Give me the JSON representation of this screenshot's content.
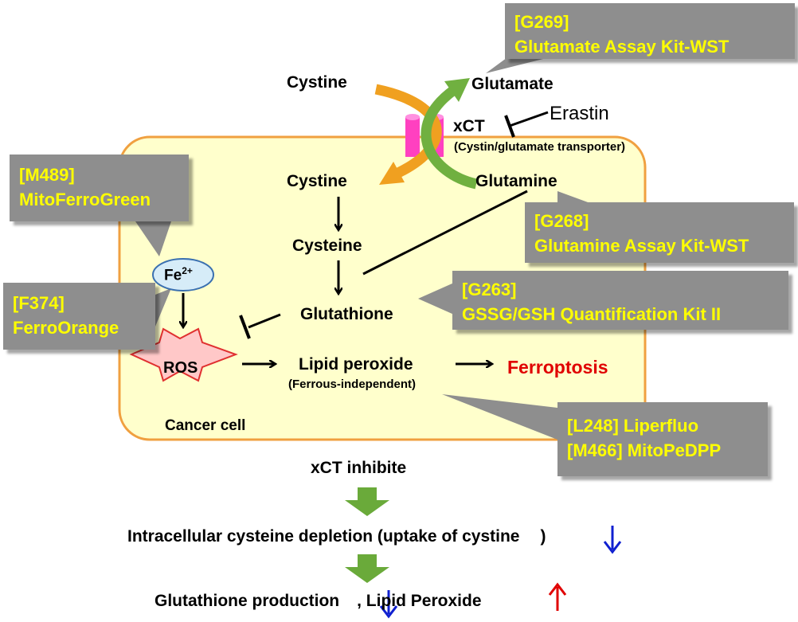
{
  "transport": {
    "cystine_outside": "Cystine",
    "glutamate_outside": "Glutamate",
    "xct": "xCT",
    "xct_sub": "(Cystin/glutamate transporter)",
    "erastin": "Erastin"
  },
  "cell": {
    "cystine": "Cystine",
    "glutamine": "Glutamine",
    "cysteine": "Cysteine",
    "glutathione": "Glutathione",
    "fe": "Fe",
    "fe_sup": "2+",
    "ros": "ROS",
    "lipid_peroxide": "Lipid peroxide",
    "lipid_sub": "(Ferrous-independent)",
    "ferroptosis": "Ferroptosis",
    "cancer_cell": "Cancer cell"
  },
  "callouts": {
    "g269": [
      "[G269]",
      "Glutamate Assay Kit-WST"
    ],
    "m489": [
      "[M489]",
      "MitoFerroGreen"
    ],
    "g268": [
      "[G268]",
      "Glutamine Assay Kit-WST"
    ],
    "g263": [
      "[G263]",
      "GSSG/GSH Quantification Kit II"
    ],
    "f374": [
      "[F374]",
      "FerroOrange"
    ],
    "l248": [
      "[L248] Liperfluo",
      "[M466] MitoPeDPP"
    ]
  },
  "bottom": {
    "step1": "xCT inhibite",
    "step2_pre": "Intracellular cysteine depletion (uptake of cystine",
    "step2_post": ")",
    "step3_a": "Glutathione production",
    "step3_b": ", Lipid Peroxide"
  },
  "colors": {
    "cell_fill": "#ffffcc",
    "cell_border": "#f0a040",
    "callout_bg": "#8e8e8e",
    "callout_text": "#ffff00",
    "orange_arrow": "#f0a020",
    "green_arrow": "#70b040",
    "transporter": "#ff40c0",
    "ros_fill": "#ffc8c8",
    "ros_border": "#e03030",
    "fe_fill": "#d6ecf8",
    "down_arrow": "#1020d0",
    "up_arrow": "#e00000",
    "ferroptosis": "#e00000",
    "flow_arrow": "#6aaa3a"
  }
}
